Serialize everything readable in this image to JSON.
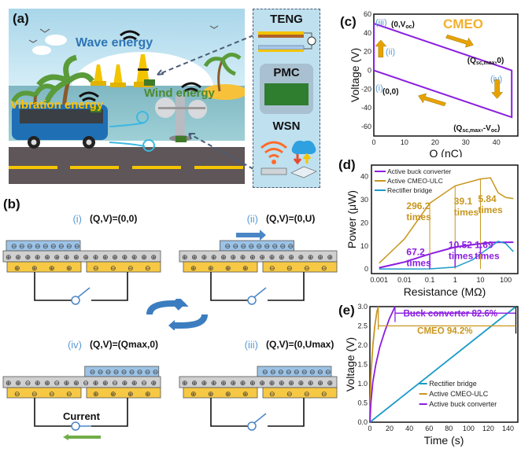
{
  "panel_a": {
    "label": "(a)",
    "texts": {
      "wave": "Wave energy",
      "wind": "Wind energy",
      "vibration": "Vibration energy"
    },
    "colors": {
      "wave": "#2e75b6",
      "wind": "#4e8a2e",
      "vibration": "#ffc000"
    },
    "sidebox": {
      "teng": "TENG",
      "pmc": "PMC",
      "wsn": "WSN"
    }
  },
  "panel_b": {
    "label": "(b)",
    "states": [
      {
        "roman": "(i)",
        "eq": "(Q,V)=(0,0)"
      },
      {
        "roman": "(ii)",
        "eq": "(Q,V)=(0,U)"
      },
      {
        "roman": "(iii)",
        "eq": "(Q,V)=(0,Umax)"
      },
      {
        "roman": "(iv)",
        "eq": "(Q,V)=(Qmax,0)"
      }
    ],
    "current_label": "Current",
    "plus": "⊕",
    "minus": "⊖"
  },
  "chart_data": [
    {
      "id": "c",
      "label": "(c)",
      "type": "line",
      "title": "CMEO",
      "xlabel": "Q (nC)",
      "ylabel": "Voltage (V)",
      "xlim": [
        0,
        47
      ],
      "ylim": [
        -70,
        60
      ],
      "xticks": [
        0,
        10,
        20,
        30,
        40
      ],
      "yticks": [
        60,
        40,
        20,
        0,
        -20,
        -40,
        -60
      ],
      "series": [
        {
          "name": "CMEO cycle",
          "color": "#8b1ee0",
          "x": [
            0,
            0,
            45,
            45,
            0
          ],
          "y": [
            0,
            50,
            0,
            -50,
            0
          ]
        }
      ],
      "annotations": [
        {
          "text": "(iii)",
          "sub": "",
          "after": "(0,V",
          "subsc": "oc",
          "close": ")"
        },
        {
          "text": "(ii)"
        },
        {
          "text": "(i)",
          "after": "(0,0)"
        },
        {
          "text": "(iv)"
        },
        {
          "text": "(Q",
          "subsc": "sc,max",
          "close": ",0)"
        },
        {
          "text": "(Q",
          "subsc": "sc,max",
          "close": ",-V",
          "subsc2": "oc",
          "close2": ")"
        }
      ],
      "grid": false
    },
    {
      "id": "d",
      "label": "(d)",
      "type": "line",
      "xlabel": "Resistance (MΩ)",
      "ylabel": "Power (μW)",
      "xscale": "log",
      "xticks": [
        "0.001",
        "0.01",
        "0.1",
        "1",
        "10",
        "100"
      ],
      "yticks": [
        0,
        10,
        20,
        30,
        40
      ],
      "ylim": [
        -2,
        45
      ],
      "legend_position": "top-left",
      "series": [
        {
          "name": "Active buck converter",
          "color": "#8b1ee0",
          "x": [
            0.001,
            0.01,
            0.1,
            1,
            10,
            30,
            100,
            200
          ],
          "y": [
            0.5,
            3,
            6.5,
            9.5,
            11,
            11.5,
            11.6,
            11.6
          ]
        },
        {
          "name": "Active CMEO-ULC",
          "color": "#c8961e",
          "x": [
            0.001,
            0.01,
            0.1,
            1,
            10,
            25,
            50,
            100,
            200
          ],
          "y": [
            2.5,
            13,
            28.5,
            36,
            39,
            39.5,
            33,
            31,
            30.5
          ]
        },
        {
          "name": "Rectifier bridge",
          "color": "#1a9ac8",
          "x": [
            0.001,
            0.01,
            0.1,
            1,
            5,
            10,
            50,
            100,
            200
          ],
          "y": [
            0,
            0,
            0.05,
            0.8,
            4,
            6.5,
            12,
            11,
            7.5
          ]
        }
      ],
      "annotations": [
        {
          "text": "296.2",
          "text2": "times",
          "color": "#c8961e"
        },
        {
          "text": "39.1",
          "text2": "times",
          "color": "#c8961e"
        },
        {
          "text": "5.84",
          "text2": "times",
          "color": "#c8961e"
        },
        {
          "text": "67.2",
          "text2": "times",
          "color": "#8b1ee0"
        },
        {
          "text": "10.52",
          "text2": "times",
          "color": "#8b1ee0"
        },
        {
          "text": "1.69",
          "text2": "times",
          "color": "#8b1ee0"
        }
      ],
      "grid": false
    },
    {
      "id": "e",
      "label": "(e)",
      "type": "line",
      "xlabel": "Time (s)",
      "ylabel": "Voltage (V)",
      "xlim": [
        0,
        150
      ],
      "ylim": [
        0,
        3.0
      ],
      "xticks": [
        0,
        20,
        40,
        60,
        80,
        100,
        120,
        140
      ],
      "yticks": [
        "0.0",
        "0.5",
        "1.0",
        "1.5",
        "2.0",
        "2.5",
        "3.0"
      ],
      "legend_position": "bottom-right",
      "series": [
        {
          "name": "Rectifier bridge",
          "color": "#1a9ac8",
          "x": [
            0,
            148
          ],
          "y": [
            0,
            3.0
          ]
        },
        {
          "name": "Active CMEO-ULC",
          "color": "#c8961e",
          "x": [
            0,
            1,
            3,
            5,
            7,
            8.5
          ],
          "y": [
            0,
            1.2,
            2.0,
            2.5,
            2.85,
            3.0
          ]
        },
        {
          "name": "Active buck converter",
          "color": "#8b1ee0",
          "x": [
            0,
            1,
            3,
            6,
            10,
            15,
            20,
            25.5
          ],
          "y": [
            0,
            0.5,
            1.05,
            1.5,
            1.95,
            2.35,
            2.7,
            3.0
          ]
        }
      ],
      "annotations": [
        {
          "text": "Buck converter 82.6%",
          "color": "#8b1ee0"
        },
        {
          "text": "CMEO 94.2%",
          "color": "#c8961e"
        }
      ],
      "grid": false
    }
  ]
}
